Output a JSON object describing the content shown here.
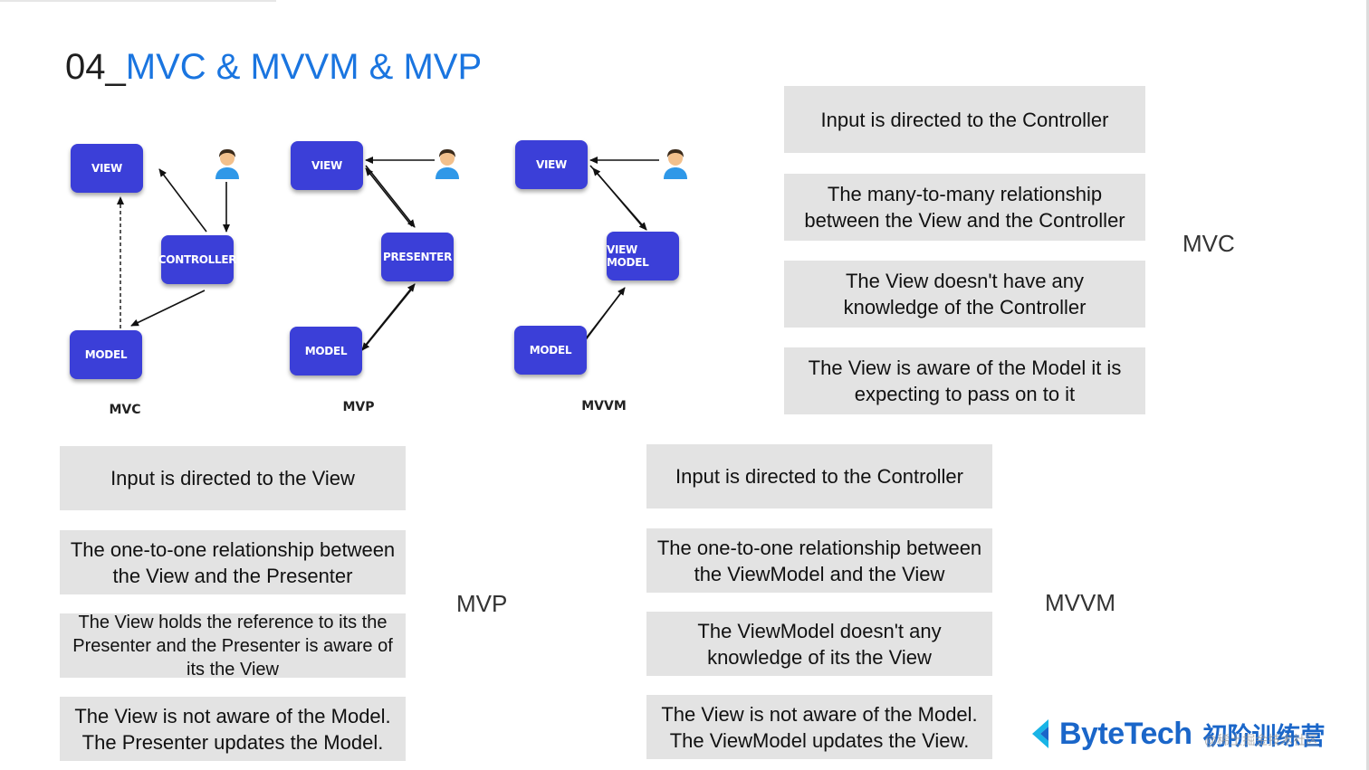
{
  "slide": {
    "title_prefix": "04_",
    "title_main": "MVC & MVVM & MVP"
  },
  "diagrams": {
    "mvc": {
      "nodes": {
        "view": "VIEW",
        "controller": "CONTROLLER",
        "model": "MODEL"
      },
      "label": "MVC"
    },
    "mvp": {
      "nodes": {
        "view": "VIEW",
        "presenter": "PRESENTER",
        "model": "MODEL"
      },
      "label": "MVP"
    },
    "mvvm": {
      "nodes": {
        "view": "VIEW",
        "viewmodel": "VIEW MODEL",
        "model": "MODEL"
      },
      "label": "MVVM"
    },
    "node_color": "#3b3fd8",
    "user_icon": "user-icon"
  },
  "mvc_points": {
    "label": "MVC",
    "items": [
      [
        "Input is directed to the Controller"
      ],
      [
        "The many-to-many relationship",
        "between the View and the Controller"
      ],
      [
        "The View doesn't have any",
        "knowledge of the Controller"
      ],
      [
        "The View is aware of the Model it is",
        "expecting to pass on to it"
      ]
    ]
  },
  "mvp_points": {
    "label": "MVP",
    "items": [
      [
        "Input is directed to the View"
      ],
      [
        "The one-to-one relationship between",
        "the View and the Presenter"
      ],
      [
        "The View holds the reference to its the",
        "Presenter and the Presenter is aware of",
        "its the View"
      ],
      [
        "The View is not aware of the Model.",
        "The Presenter updates the Model."
      ]
    ]
  },
  "mvvm_points": {
    "label": "MVVM",
    "items": [
      [
        "Input is directed to the Controller"
      ],
      [
        "The one-to-one relationship between",
        "the ViewModel and the View"
      ],
      [
        "The ViewModel doesn't any",
        "knowledge of its the View"
      ],
      [
        "The View is not aware of the Model.",
        "The ViewModel updates the View."
      ]
    ]
  },
  "brand": {
    "name": "ByteTech",
    "subtitle": "初阶训练营",
    "watermark": "@稀土掘金技术社区",
    "color": "#1a66c9"
  },
  "accent_color": "#1a75e0",
  "box_color": "#e3e3e3"
}
